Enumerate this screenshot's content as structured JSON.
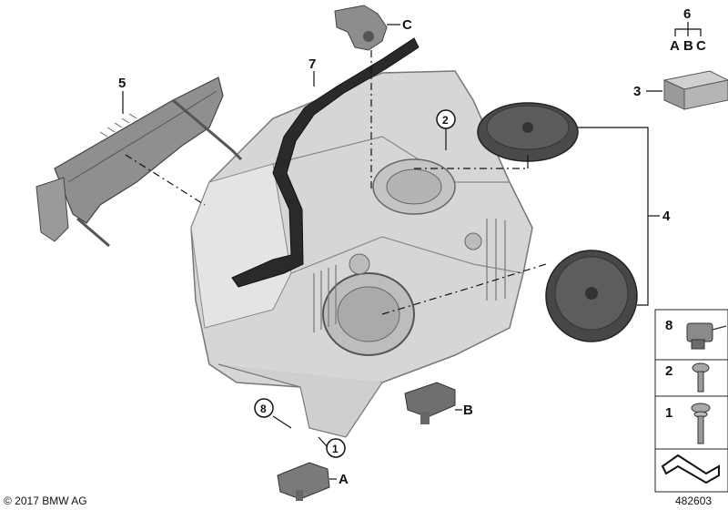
{
  "callouts": {
    "c1": "1",
    "c2": "2",
    "c3": "3",
    "c4": "4",
    "c5": "5",
    "c6": "6",
    "c7": "7",
    "c8": "8",
    "cA": "A",
    "cB": "B",
    "cC": "C"
  },
  "set6": {
    "number": "6",
    "a": "A",
    "b": "B",
    "c": "C"
  },
  "legend_box": {
    "n8": "8",
    "n2": "2",
    "n1": "1"
  },
  "footer": {
    "copyright": "© 2017 BMW AG",
    "diagram_id": "482603"
  }
}
